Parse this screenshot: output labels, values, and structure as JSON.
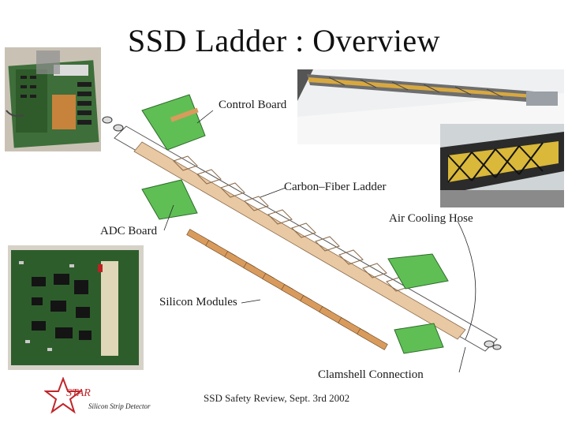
{
  "slide": {
    "title": "SSD Ladder :  Overview",
    "footer": "SSD Safety Review, Sept. 3rd 2002"
  },
  "labels": {
    "control_board": "Control Board",
    "carbon_fiber_ladder": "Carbon–Fiber Ladder",
    "air_cooling_hose": "Air Cooling Hose",
    "adc_board": "ADC Board",
    "silicon_modules": "Silicon Modules",
    "clamshell_connection": "Clamshell Connection"
  },
  "logo": {
    "mark": "STAR",
    "subtitle": "Silicon Strip Detector",
    "color": "#c0262b"
  },
  "colors": {
    "board_green": "#5fbf55",
    "module_orange": "#d99b5c",
    "carbon_frame": "#b9885a",
    "pcb_dark": "#2f5a2a"
  }
}
